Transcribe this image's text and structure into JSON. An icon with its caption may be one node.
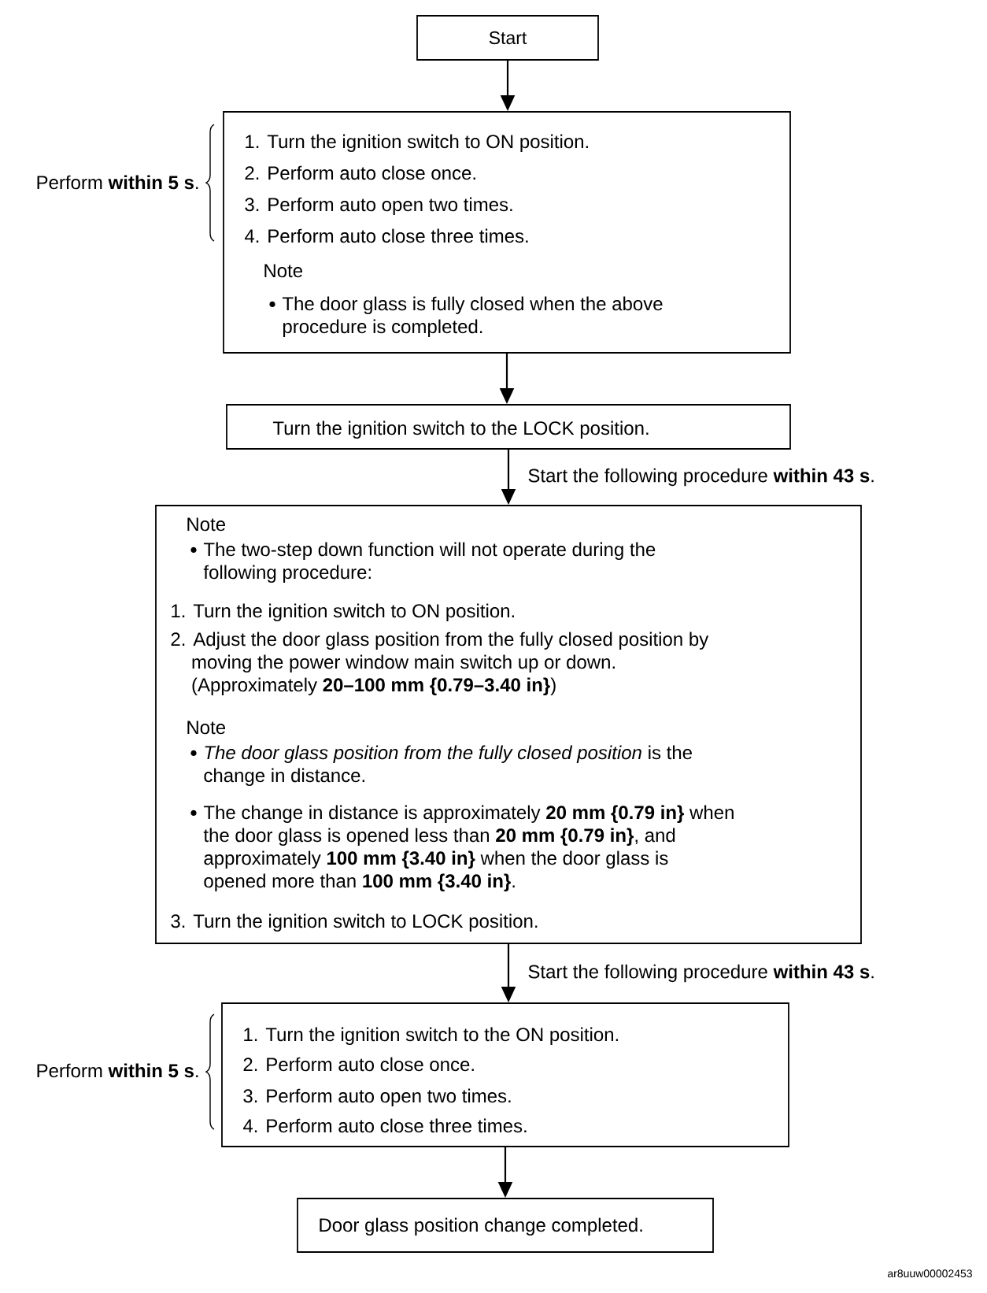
{
  "diagram": {
    "nodes": [
      {
        "text": [
          "Start"
        ]
      },
      {
        "text": [
          "1. Turn the ignition switch to ON position.",
          "2. Perform auto close once.",
          "3. Perform auto open two times.",
          "4. Perform auto close three times.",
          "Note",
          "The door glass is fully closed when the above procedure is completed."
        ],
        "beside": [
          "Perform **within 5 s**."
        ]
      },
      {
        "text": [
          "Turn the ignition switch to the LOCK position."
        ]
      },
      {
        "text": [
          "Note",
          "The two-step down function will not operate during the following procedure:",
          "1. Turn the ignition switch to ON position.",
          "2. Adjust the door glass position from the fully closed position by moving the power window main switch up or down. (Approximately **20–100 mm {0.79–3.40 in}**)",
          "Note",
          "*The door glass position from the fully closed position* is the change in distance.",
          "The change in distance is approximately **20 mm {0.79 in}** when the door glass is opened less than **20 mm {0.79 in}**, and approximately **100 mm {3.40 in}** when the door glass is opened more than **100 mm {3.40 in}**.",
          "3. Turn the ignition switch to LOCK position."
        ]
      },
      {
        "text": [
          "1. Turn the ignition switch to the ON position.",
          "2. Perform auto close once.",
          "3. Perform auto open two times.",
          "4. Perform auto close three times."
        ],
        "beside": [
          "Perform **within 5 s**."
        ]
      },
      {
        "text": [
          "Door glass position change completed."
        ]
      }
    ],
    "edges": [
      {
        "from": 0,
        "to": 1,
        "arrow": "to"
      },
      {
        "from": 1,
        "to": 2,
        "arrow": "to"
      },
      {
        "from": 2,
        "to": 3,
        "arrow": "to",
        "label": "Start the following procedure **within 43 s**."
      },
      {
        "from": 3,
        "to": 4,
        "arrow": "to",
        "label": "Start the following procedure **within 43 s**."
      },
      {
        "from": 4,
        "to": 5,
        "arrow": "to"
      }
    ],
    "labels": [
      "ar8uuw00002453"
    ]
  }
}
